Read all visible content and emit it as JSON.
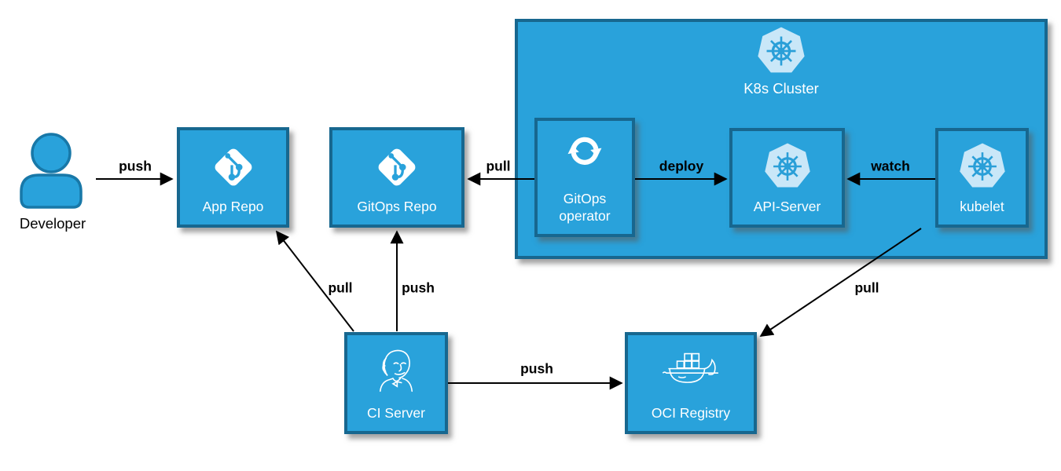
{
  "nodes": {
    "developer": {
      "label": "Developer",
      "icon": "person-icon"
    },
    "app_repo": {
      "label": "App Repo",
      "icon": "git-icon"
    },
    "gitops_repo": {
      "label": "GitOps Repo",
      "icon": "git-icon"
    },
    "k8s_cluster": {
      "label": "K8s Cluster",
      "icon": "kubernetes-icon"
    },
    "gitops_operator": {
      "label": "GitOps\noperator",
      "icon": "sync-icon"
    },
    "api_server": {
      "label": "API-Server",
      "icon": "kubernetes-icon"
    },
    "kubelet": {
      "label": "kubelet",
      "icon": "kubernetes-icon"
    },
    "ci_server": {
      "label": "CI Server",
      "icon": "jenkins-butler-icon"
    },
    "oci_registry": {
      "label": "OCI Registry",
      "icon": "docker-whale-icon"
    }
  },
  "edges": {
    "developer_push_app": {
      "label": "push"
    },
    "operator_pull_gitops": {
      "label": "pull"
    },
    "operator_deploy_api": {
      "label": "deploy"
    },
    "kubelet_watch_api": {
      "label": "watch"
    },
    "ci_pull_app": {
      "label": "pull"
    },
    "ci_push_gitops": {
      "label": "push"
    },
    "ci_push_oci": {
      "label": "push"
    },
    "kubelet_pull_oci": {
      "label": "pull"
    }
  },
  "colors": {
    "node_fill": "#29A2DB",
    "node_border": "#17678F",
    "node_text": "#FFFFFF",
    "edge_line": "#000000",
    "edge_text": "#000000",
    "k8s_icon_light": "#C9E7F8"
  }
}
